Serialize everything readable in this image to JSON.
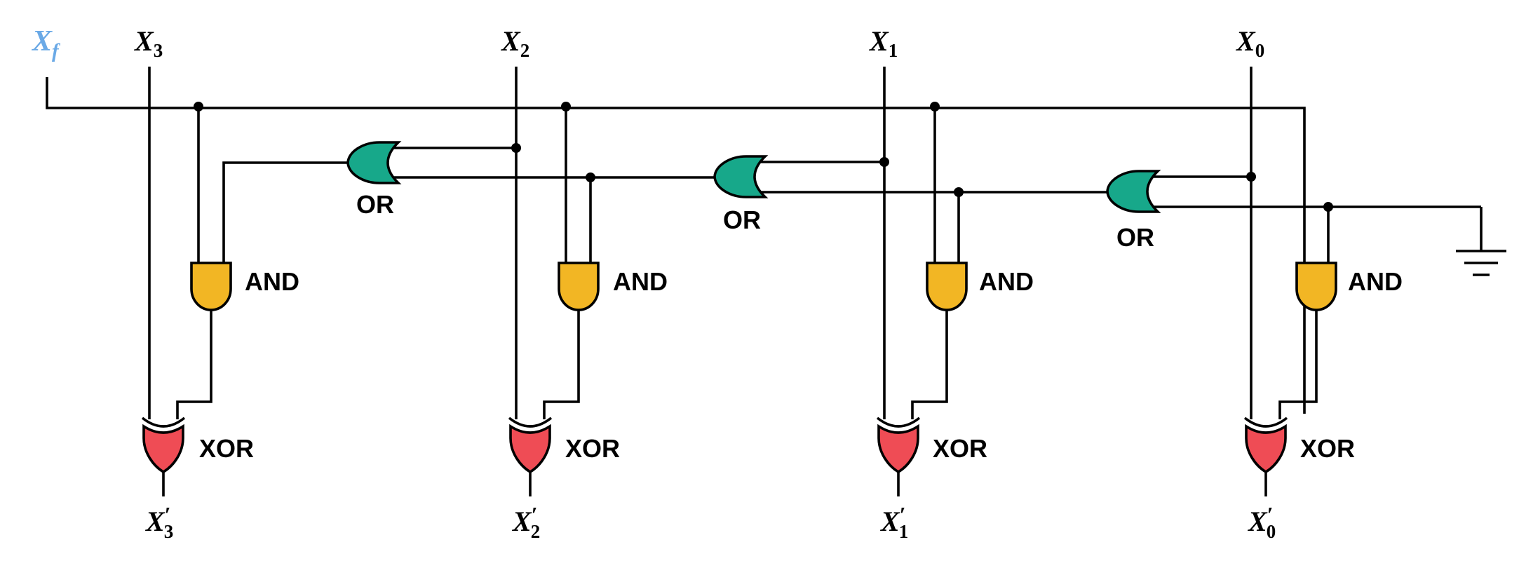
{
  "labels": {
    "flag": {
      "base": "X",
      "sub": "f"
    },
    "inputs": [
      {
        "base": "X",
        "sub": "3"
      },
      {
        "base": "X",
        "sub": "2"
      },
      {
        "base": "X",
        "sub": "1"
      },
      {
        "base": "X",
        "sub": "0"
      }
    ],
    "outputs": [
      {
        "base": "X",
        "prime": "′",
        "sub": "3"
      },
      {
        "base": "X",
        "prime": "′",
        "sub": "2"
      },
      {
        "base": "X",
        "prime": "′",
        "sub": "1"
      },
      {
        "base": "X",
        "prime": "′",
        "sub": "0"
      }
    ]
  },
  "gates": {
    "or_label": "OR",
    "and_label": "AND",
    "xor_label": "XOR"
  },
  "colors": {
    "or_fill": "#17a88a",
    "and_fill": "#f2b624",
    "xor_fill": "#ef4c55",
    "flag_text": "#6aa9e6",
    "wire": "#000000"
  }
}
